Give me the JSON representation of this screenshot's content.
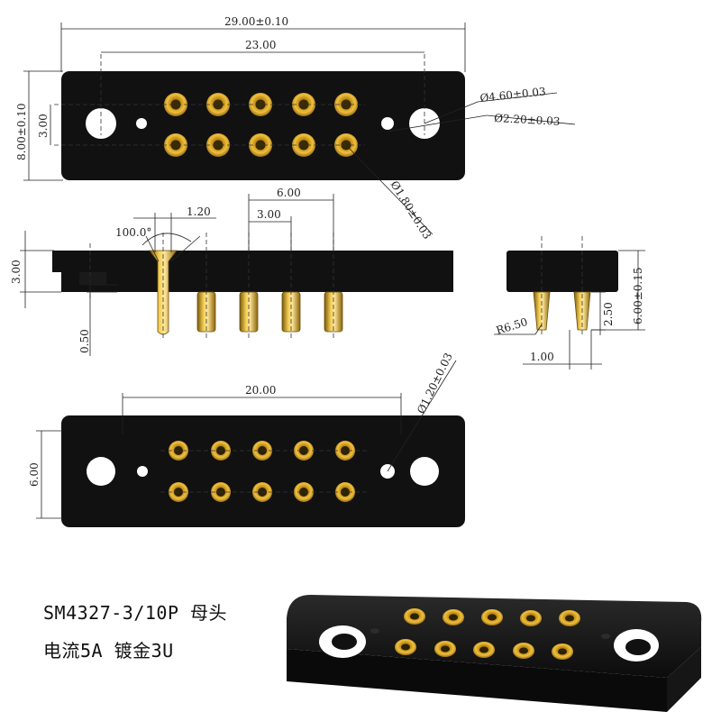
{
  "dimensions": {
    "top_overall_width": "29.00±0.10",
    "top_hole_pitch": "23.00",
    "top_height": "8.00±0.10",
    "top_row_pitch": "3.00",
    "mount_hole_dia": "Ø4.60±0.03",
    "small_hole_dia": "Ø2.20±0.03",
    "pin_dia": "Ø1.80±0.03",
    "side_pitch_double": "6.00",
    "side_pitch": "3.00",
    "angle": "100.0°",
    "tip_width": "1.20",
    "side_body_height": "3.00",
    "side_recess": "0.50",
    "end_total_height": "6.00±0.15",
    "end_pin_length": "2.50",
    "end_radius": "R6.50",
    "end_pin_pitch": "1.00",
    "bottom_hole_pitch": "20.00",
    "bottom_small_dia": "Ø1.20±0.03",
    "bottom_height": "6.00"
  },
  "caption": {
    "line1": "SM4327-3/10P 母头",
    "line2": "电流5A 镀金3U"
  },
  "colors": {
    "body": "#111111",
    "gold": "#d9a520",
    "gold_dark": "#8a6a12",
    "gold_light": "#ffe28a"
  }
}
